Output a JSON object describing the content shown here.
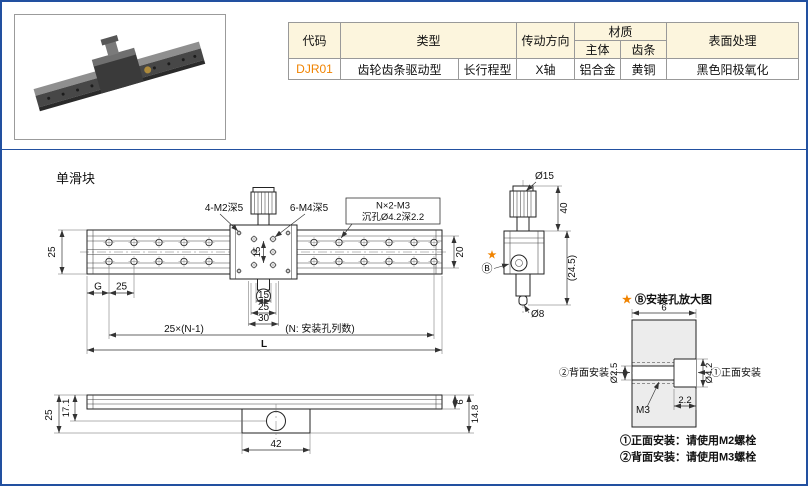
{
  "table": {
    "headers": {
      "code": "代码",
      "type": "类型",
      "direction": "传动方向",
      "material": "材质",
      "body": "主体",
      "rack": "齿条",
      "surface": "表面处理"
    },
    "row": {
      "code": "DJR01",
      "type_main": "齿轮齿条驱动型",
      "type_sub": "长行程型",
      "direction": "X轴",
      "body": "铝合金",
      "rack": "黄铜",
      "surface": "黑色阳极氧化"
    }
  },
  "section": {
    "label": "单滑块"
  },
  "top_view": {
    "ann_m2": "4-M2深5",
    "ann_m4": "6-M4深5",
    "ann_box_line1": "N×2-M3",
    "ann_box_line2": "沉孔Ø4.2深2.2",
    "dim_width": "25",
    "dim_right": "20",
    "dim_g": "G",
    "dim_g25": "25",
    "dim_block_v": "15",
    "dim_15": "15",
    "dim_25": "25",
    "dim_30": "30",
    "dim_pitch": "25×(N-1)",
    "pitch_note": "(N: 安装孔列数)",
    "dim_length": "L"
  },
  "side_view": {
    "dim_knob": "Ø15",
    "dim_height": "40",
    "dim_body": "(24.5)",
    "dim_shaft": "Ø8",
    "star": "★",
    "ref": "Ⓑ"
  },
  "front_view": {
    "dim_25": "25",
    "dim_171": "17.1",
    "dim_42": "42",
    "dim_6": "6",
    "dim_148": "14.8"
  },
  "detail_view": {
    "star": "★",
    "title": "Ⓑ安装孔放大图",
    "dim_6": "6",
    "dim_d25": "Ø2.5",
    "dim_d42": "Ø4.2",
    "dim_m3": "M3",
    "dim_22": "2.2",
    "label_back": "②背面安装",
    "label_front": "①正面安装"
  },
  "notes": {
    "line1": "①正面安装：请使用M2螺栓",
    "line2": "②背面安装：请使用M3螺栓"
  }
}
